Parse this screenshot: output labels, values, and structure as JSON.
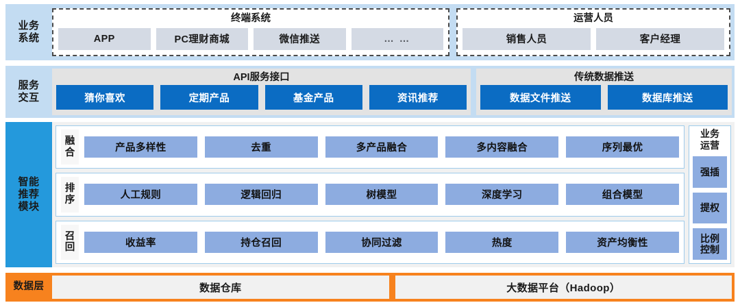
{
  "bands": {
    "business": {
      "label": "业务\n系统",
      "label_line1": "业务",
      "label_line2": "系统",
      "groups": [
        {
          "title": "终端系统",
          "tiles": [
            "APP",
            "PC理财商城",
            "微信推送",
            "… …"
          ]
        },
        {
          "title": "运营人员",
          "tiles": [
            "销售人员",
            "客户经理"
          ]
        }
      ]
    },
    "service": {
      "label_line1": "服务",
      "label_line2": "交互",
      "groups": [
        {
          "title": "API服务接口",
          "buttons": [
            "猜你喜欢",
            "定期产品",
            "基金产品",
            "资讯推荐"
          ]
        },
        {
          "title": "传统数据推送",
          "buttons": [
            "数据文件推送",
            "数据库推送"
          ]
        }
      ]
    },
    "recommendation": {
      "label_line1": "智能",
      "label_line2": "推荐",
      "label_line3": "模块",
      "rows": [
        {
          "label_line1": "融",
          "label_line2": "合",
          "tiles": [
            "产品多样性",
            "去重",
            "多产品融合",
            "多内容融合",
            "序列最优"
          ]
        },
        {
          "label_line1": "排",
          "label_line2": "序",
          "tiles": [
            "人工规则",
            "逻辑回归",
            "树模型",
            "深度学习",
            "组合模型"
          ]
        },
        {
          "label_line1": "召",
          "label_line2": "回",
          "tiles": [
            "收益率",
            "持仓召回",
            "协同过滤",
            "热度",
            "资产均衡性"
          ]
        }
      ],
      "side": {
        "title_line1": "业务",
        "title_line2": "运营",
        "tiles": [
          {
            "line1": "强插",
            "line2": ""
          },
          {
            "line1": "提权",
            "line2": ""
          },
          {
            "line1": "比例",
            "line2": "控制"
          }
        ]
      }
    },
    "data": {
      "label": "数据层",
      "tiles": [
        "数据仓库",
        "大数据平台（Hadoop）"
      ]
    }
  },
  "colors": {
    "band_light_blue": "#c3dcf2",
    "band_bright_blue": "#2499dc",
    "band_orange": "#f7821e",
    "button_blue": "#0b6cc3",
    "tile_blue": "#8dace0",
    "tile_gray": "#d4dae4",
    "group_gray": "#e3e3e3",
    "panel_gray": "#f1f1f1"
  }
}
